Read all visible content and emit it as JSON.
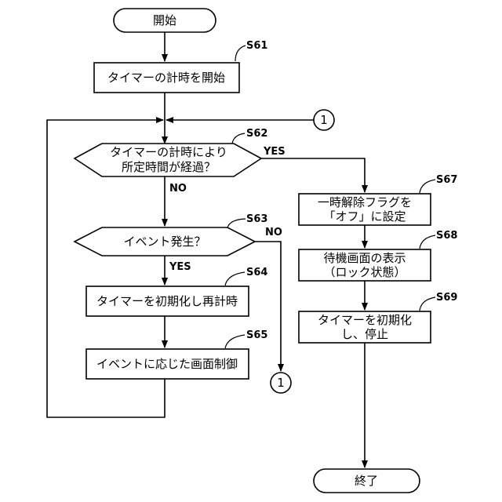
{
  "nodes": {
    "start": {
      "text": "開始"
    },
    "s61": {
      "text": "タイマーの計時を開始"
    },
    "s62": {
      "line1": "タイマーの計時により",
      "line2": "所定時間が経過？"
    },
    "s63": {
      "text": "イベント発生？"
    },
    "s64": {
      "text": "タイマーを初期化し再計時"
    },
    "s65": {
      "text": "イベントに応じた画面制御"
    },
    "s67": {
      "line1": "一時解除フラグを",
      "line2": "「オフ」に設定"
    },
    "s68": {
      "line1": "待機画面の表示",
      "line2": "（ロック状態）"
    },
    "s69": {
      "line1": "タイマーを初期化",
      "line2": "し、停止"
    },
    "end": {
      "text": "終了"
    }
  },
  "step_labels": {
    "s61": "S61",
    "s62": "S62",
    "s63": "S63",
    "s64": "S64",
    "s65": "S65",
    "s67": "S67",
    "s68": "S68",
    "s69": "S69"
  },
  "branch_labels": {
    "s62_yes": "YES",
    "s62_no": "NO",
    "s63_yes": "YES",
    "s63_no": "NO"
  },
  "connector": {
    "label": "1"
  }
}
